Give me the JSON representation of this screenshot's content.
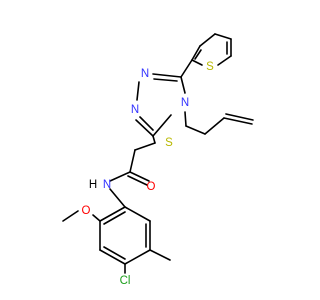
{
  "molecule": {
    "atoms": {
      "thiophene_s": "S",
      "triazole_n1": "N",
      "triazole_n2": "N",
      "triazole_n4": "N",
      "thioether_s": "S",
      "amide_o": "O",
      "amide_nh": "N",
      "amide_h": "H",
      "methoxy_o": "O",
      "chloro": "Cl"
    },
    "colors": {
      "bond": "#000000",
      "N": "#3333ff",
      "O": "#ff0000",
      "S": "#b8b800",
      "Cl": "#1fa01f"
    }
  }
}
